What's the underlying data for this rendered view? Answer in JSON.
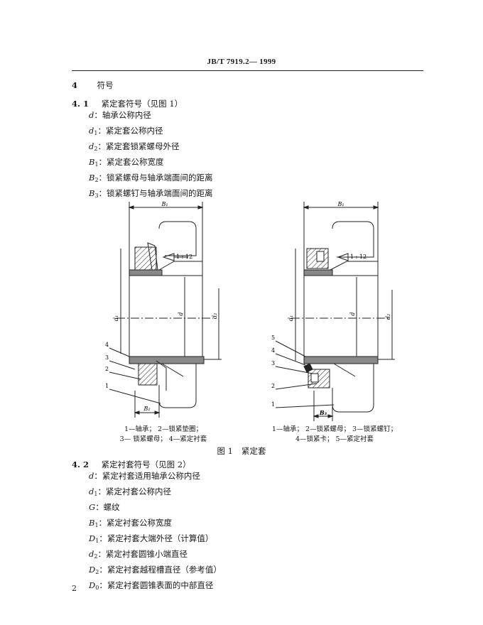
{
  "header": {
    "standard_code": "JB/T  7919.2— 1999"
  },
  "section4": {
    "number": "4",
    "title": "符号"
  },
  "section41": {
    "number": "4. 1",
    "title": "紧定套符号（见图 1）",
    "items": [
      {
        "sym": "d",
        "sub": "",
        "desc": "：轴承公称内径"
      },
      {
        "sym": "d",
        "sub": "1",
        "desc": "：紧定套公称内径"
      },
      {
        "sym": "d",
        "sub": "2",
        "desc": "：紧定套锁紧螺母外径"
      },
      {
        "sym": "B",
        "sub": "1",
        "desc": "：紧定套公称宽度"
      },
      {
        "sym": "B",
        "sub": "2",
        "desc": "：锁紧螺母与轴承端面间的距离"
      },
      {
        "sym": "B",
        "sub": "3",
        "desc": "：锁紧螺钉与轴承端面间的距离"
      }
    ]
  },
  "figure1": {
    "left_labels": {
      "b1_top": "B₁",
      "taper": "1 : 12",
      "d1": "d₁",
      "d": "d",
      "d2": "d₂",
      "b2": "B₂",
      "n1": "1",
      "n2": "2",
      "n3": "3",
      "n4": "4"
    },
    "right_labels": {
      "b1_top": "B₁",
      "taper": "1 : 12",
      "d1": "d₁",
      "d": "d",
      "d2": "d₂",
      "b3": "B₃",
      "n1": "1",
      "n2": "2",
      "n3": "3",
      "n4": "4",
      "n5": "5"
    },
    "left_caption_line1": "1—轴承；  2—锁紧垫圈；",
    "left_caption_line2": "3— 锁紧螺母；   4—紧定衬套",
    "right_caption_line1": "1—轴承；    2—锁紧螺母；    3—锁紧螺钉；",
    "right_caption_line2": "4—锁紧卡；    5—紧定衬套",
    "caption_label": "图 1",
    "caption_title": "紧定套"
  },
  "section42": {
    "number": "4. 2",
    "title": "紧定衬套符号（见图 2）",
    "items": [
      {
        "sym": "d",
        "sub": "",
        "desc": "：紧定衬套适用轴承公称内径"
      },
      {
        "sym": "d",
        "sub": "1",
        "desc": "：紧定衬套公称内径"
      },
      {
        "sym": "G",
        "sub": "",
        "desc": "：螺纹"
      },
      {
        "sym": "B",
        "sub": "1",
        "desc": "：紧定衬套公称宽度"
      },
      {
        "sym": "D",
        "sub": "1",
        "desc": "：紧定衬套大端外径（计算值）"
      },
      {
        "sym": "d",
        "sub": "2",
        "desc": "：紧定衬套圆锥小端直径"
      },
      {
        "sym": "D",
        "sub": "2",
        "desc": "：紧定衬套越程槽直径（参考值）"
      },
      {
        "sym": "D",
        "sub": "0",
        "desc": "：紧定衬套圆锥表面的中部直径"
      }
    ]
  },
  "page": {
    "number": "2"
  }
}
